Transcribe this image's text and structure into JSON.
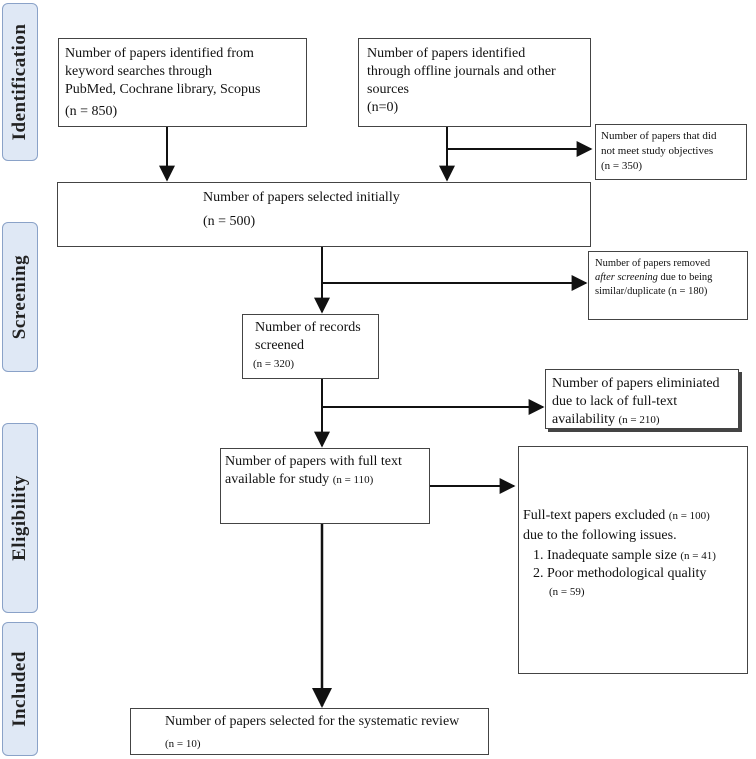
{
  "phases": {
    "identification": "Identification",
    "screening": "Screening",
    "eligibility": "Eligibility",
    "included": "Included"
  },
  "boxes": {
    "keyword_search": {
      "lines": [
        "Number of papers identified from",
        "keyword searches through",
        "PubMed, Cochrane library, Scopus"
      ],
      "count": "(n = 850)"
    },
    "offline_journals": {
      "lines": [
        "Number of papers identified",
        "through offline journals and other",
        "sources"
      ],
      "count": "(n=0)"
    },
    "not_meet_objectives": {
      "lines": [
        "Number of papers that did",
        "not meet study objectives"
      ],
      "count": "(n = 350)"
    },
    "selected_initially": {
      "line": "Number of papers selected initially",
      "count": "(n = 500)"
    },
    "removed_after_screening": {
      "line1": "Number of papers removed",
      "line2_italic": "after screening",
      "line2_rest": " due to being",
      "line3": "similar/duplicate (n = 180)"
    },
    "records_screened": {
      "lines": [
        "Number of records",
        "screened"
      ],
      "count": "(n = 320)"
    },
    "eliminated_fulltext": {
      "lines": [
        "Number of papers eliminiated",
        "due to lack of full-text"
      ],
      "line3": "availability",
      "count": "(n = 210)"
    },
    "full_text_available": {
      "line1": "Number of papers with full text",
      "line2": "available for study",
      "count": "(n = 110)"
    },
    "excluded": {
      "line1": "Full-text papers excluded",
      "count1": "(n = 100)",
      "line2": "due to the following issues.",
      "item1": "1. Inadequate sample size",
      "item1_count": "(n = 41)",
      "item2": "2. Poor methodological quality",
      "item2_count": "(n = 59)"
    },
    "final_selected": {
      "line": "Number of papers selected for the systematic review",
      "count": "(n = 10)"
    }
  }
}
